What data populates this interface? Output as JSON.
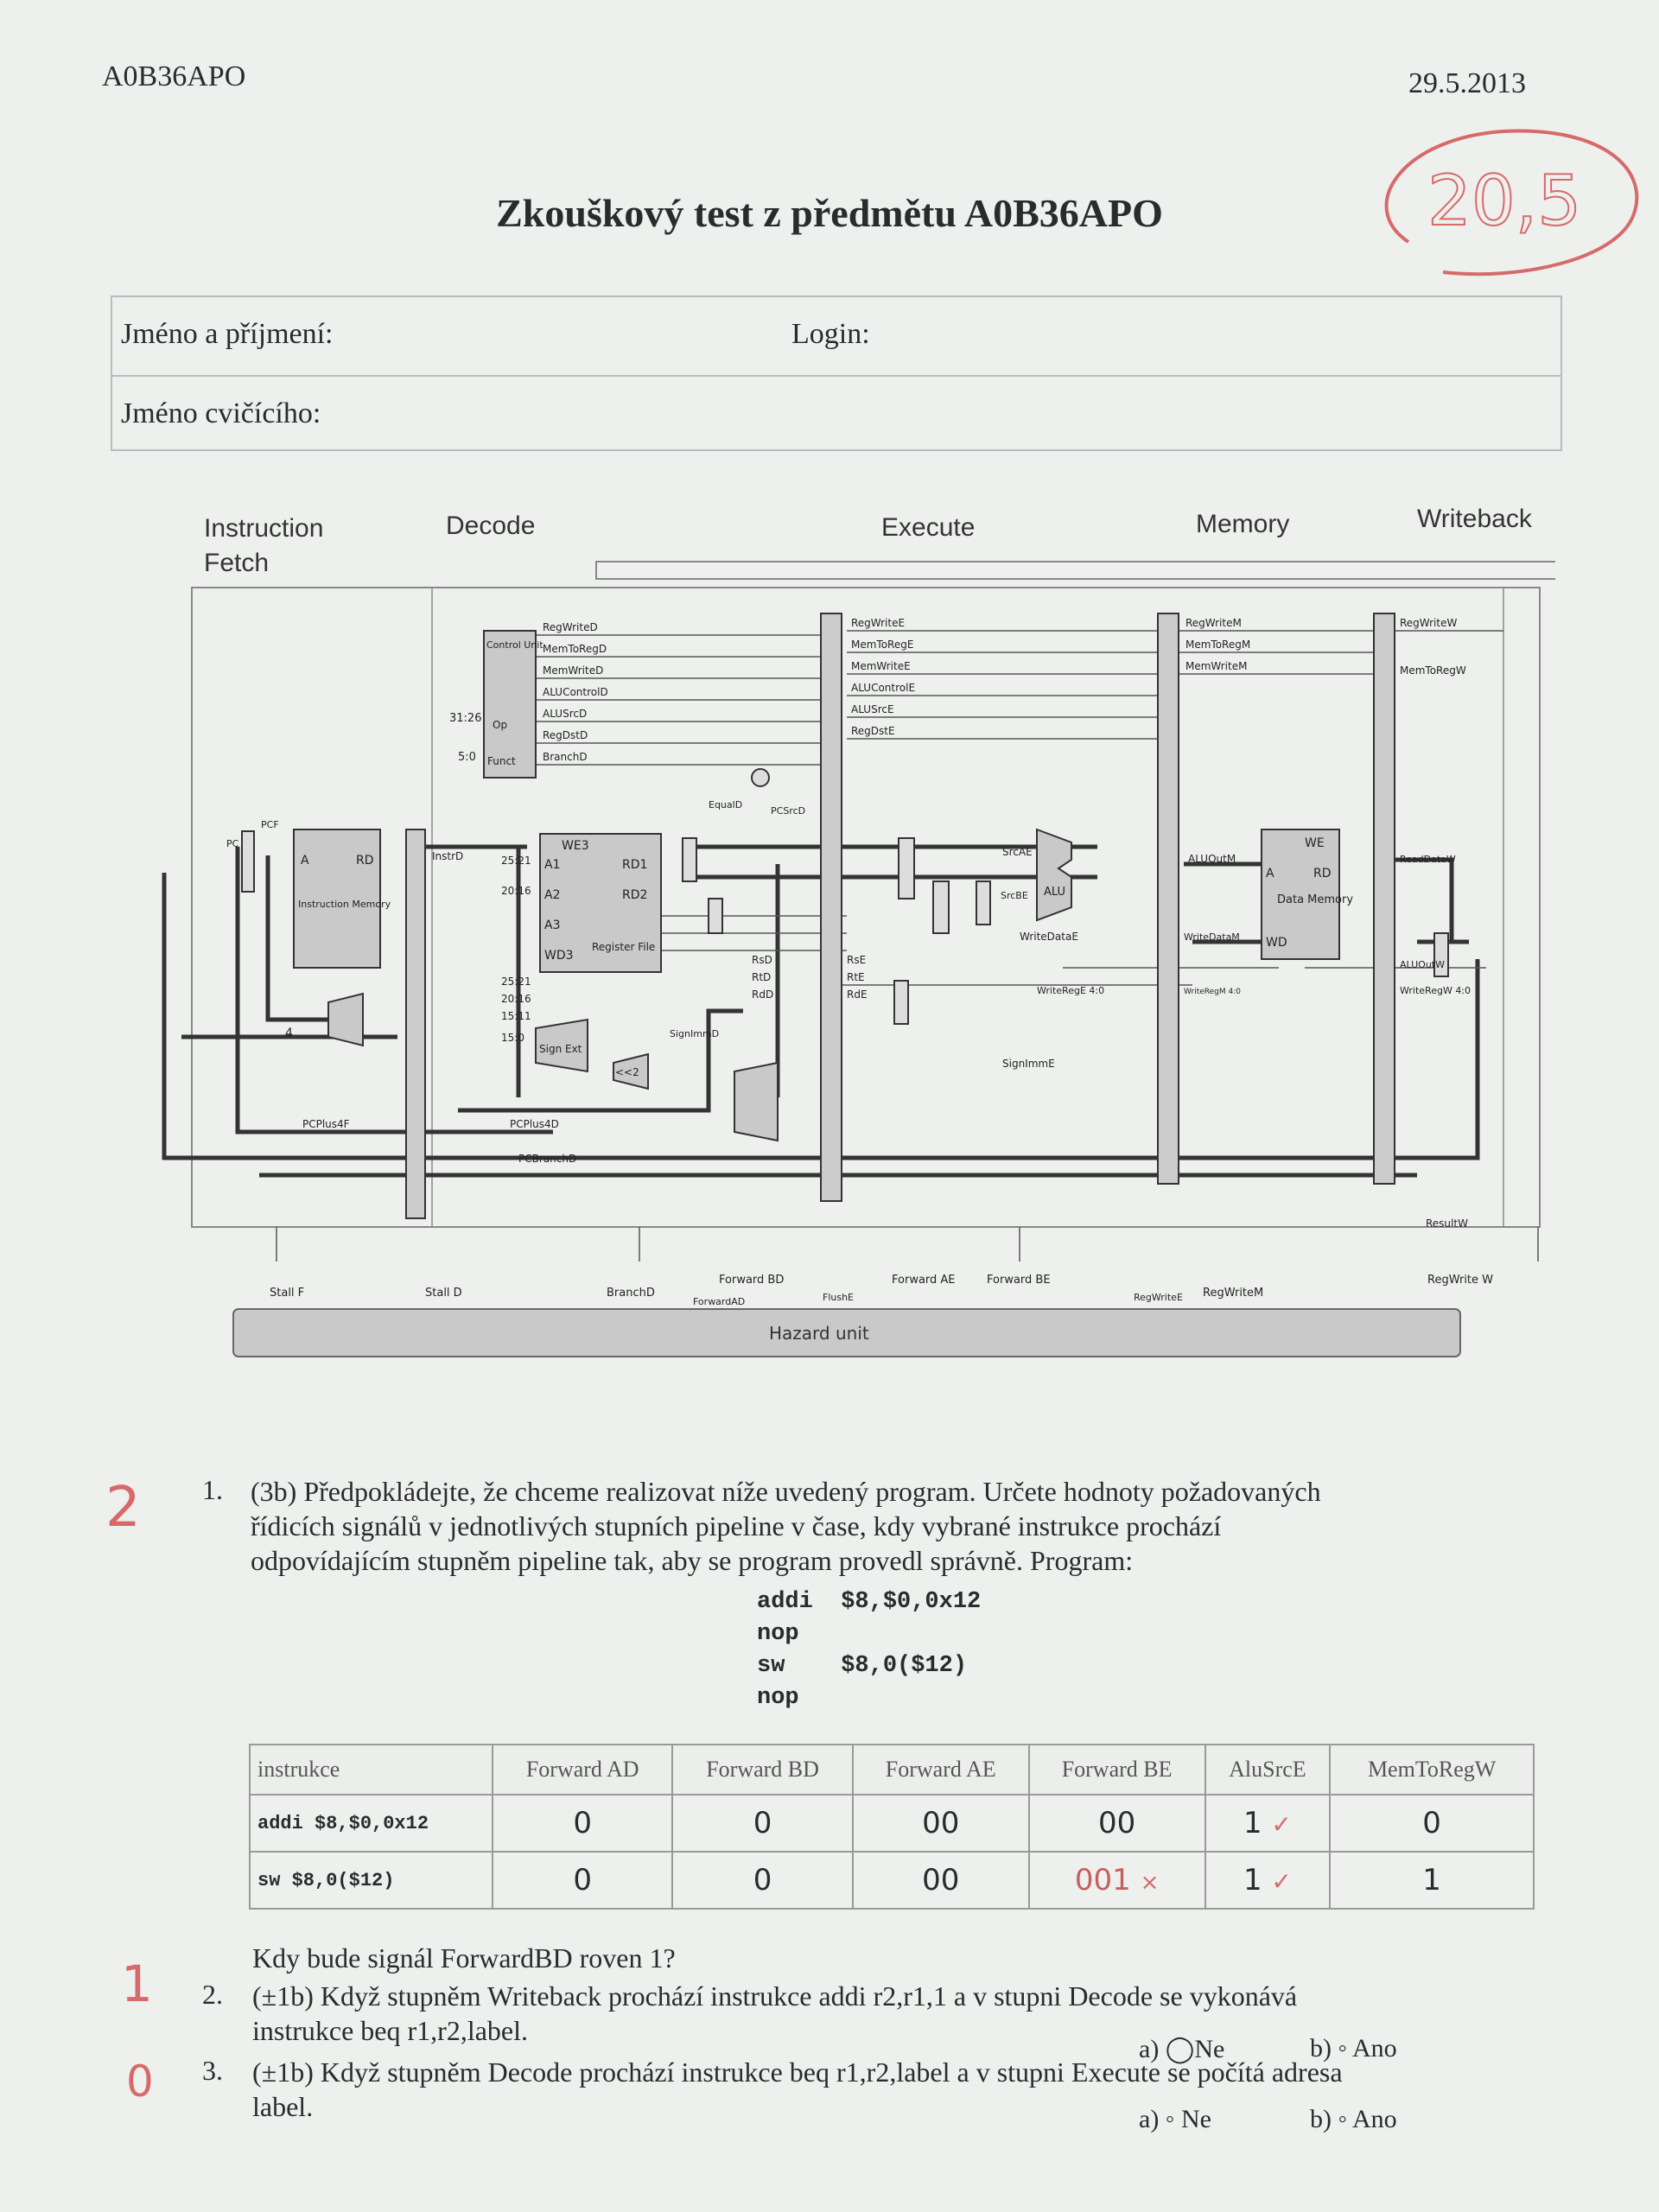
{
  "header": {
    "course_code": "A0B36APO",
    "date": "29.5.2013"
  },
  "title": "Zkouškový test z předmětu A0B36APO",
  "grade_total": "20,5",
  "form": {
    "name_label": "Jméno a příjmení:",
    "login_label": "Login:",
    "tutor_label": "Jméno cvičícího:"
  },
  "diagram": {
    "stages": [
      "Instruction Fetch",
      "Decode",
      "Execute",
      "Memory",
      "Writeback"
    ],
    "control_signals_decode": [
      "RegWriteD",
      "MemToRegD",
      "MemWriteD",
      "ALUControlD",
      "ALUSrcD",
      "RegDstD",
      "BranchD"
    ],
    "control_signals_execute": [
      "RegWriteE",
      "MemToRegE",
      "MemWriteE",
      "ALUControlE",
      "ALUSrcE",
      "RegDstE"
    ],
    "control_signals_memory": [
      "RegWriteM",
      "MemToRegM",
      "MemWriteM"
    ],
    "control_signals_writeback": [
      "RegWriteW",
      "MemToRegW"
    ],
    "blocks": {
      "instruction_memory": "Instruction Memory",
      "register_file": "Register File",
      "data_memory": "Data Memory",
      "control_unit": "Control Unit",
      "alu": "ALU",
      "sign_ext": "Sign Ext",
      "shift": "<<2",
      "hazard_unit": "Hazard unit"
    },
    "labels": {
      "pc": "PC",
      "pcf": "PCF",
      "instrd": "InstrD",
      "pcplus4f": "PCPlus4F",
      "pcplus4d": "PCPlus4D",
      "pcbranchd": "PCBranchD",
      "srcae": "SrcAE",
      "srcbe": "SrcBE",
      "aluoutm": "ALUOutM",
      "readdataw": "ReadDataW",
      "aluoutw": "ALUOutW",
      "writedatae": "WriteDataE",
      "writedatam": "WriteDataM",
      "writerege": "WriteRegE 4:0",
      "writeregm": "WriteRegM 4:0",
      "writeregw": "WriteRegW 4:0",
      "signimme": "SignImmE",
      "resultw": "ResultW",
      "equald": "EqualD",
      "pcsrcd": "PCSrcD",
      "rsd": "RsD",
      "rtd": "RtD",
      "rdd": "RdD",
      "rse": "RsE",
      "rte": "RtE",
      "rde": "RdE",
      "signimmd": "SignImmD",
      "op": "Op",
      "funct": "Funct",
      "bits_31_26": "31:26",
      "bits_5_0": "5:0",
      "bits_25_21": "25:21",
      "bits_20_16": "20:16",
      "bits_15_11": "15:11",
      "bits_15_0": "15:0",
      "const_4": "4",
      "we3": "WE3",
      "a1": "A1",
      "a2": "A2",
      "a3": "A3",
      "wd3": "WD3",
      "rd1": "RD1",
      "rd2": "RD2",
      "we": "WE",
      "a": "A",
      "rd": "RD",
      "wd": "WD"
    },
    "hazard_signals": [
      "Stall F",
      "Stall D",
      "BranchD",
      "ForwardAD",
      "Forward BD",
      "FlushE",
      "Forward AE",
      "Forward BE",
      "RegWriteE",
      "RegWriteM",
      "RegWrite W"
    ]
  },
  "q1": {
    "number": "1.",
    "score_mark": "2",
    "text_lines": [
      "(3b) Předpokládejte, že chceme realizovat níže uvedený program. Určete hodnoty požadovaných",
      "řídicích signálů v jednotlivých stupních pipeline v čase, kdy vybrané instrukce prochází",
      "odpovídajícím stupněm pipeline tak, aby se program provedl správně. Program:"
    ],
    "program": [
      "addi  $8,$0,0x12",
      "nop",
      "sw    $8,0($12)",
      "nop"
    ],
    "table": {
      "headers": [
        "instrukce",
        "Forward AD",
        "Forward BD",
        "Forward AE",
        "Forward BE",
        "AluSrcE",
        "MemToRegW"
      ],
      "rows": [
        {
          "instr": "addi $8,$0,0x12",
          "values": [
            "0",
            "0",
            "00",
            "00",
            "1",
            "0"
          ],
          "marks": [
            "",
            "",
            "",
            "",
            "✓",
            ""
          ]
        },
        {
          "instr": "sw   $8,0($12)",
          "values": [
            "0",
            "0",
            "00",
            "001",
            "1",
            "1"
          ],
          "marks": [
            "",
            "",
            "",
            "×",
            "✓",
            ""
          ]
        }
      ]
    }
  },
  "q_intro": "Kdy bude signál ForwardBD roven 1?",
  "q2": {
    "number": "2.",
    "score_mark": "1",
    "text_lines": [
      "(±1b) Když stupněm Writeback prochází instrukce addi r2,r1,1 a v stupni Decode se vykonává",
      "instrukce beq r1,r2,label."
    ],
    "opt_a": "a) ◯Ne",
    "opt_b": "b) ◦ Ano"
  },
  "q3": {
    "number": "3.",
    "score_mark": "0",
    "text_lines": [
      "(±1b) Když stupněm Decode prochází instrukce beq r1,r2,label a v stupni Execute se počítá adresa",
      "label."
    ],
    "opt_a": "a) ◦ Ne",
    "opt_b": "b) ◦ Ano"
  },
  "colors": {
    "ink": "#2a2b2d",
    "red_pen": "#d66a6a",
    "paper": "#eef0ee"
  }
}
